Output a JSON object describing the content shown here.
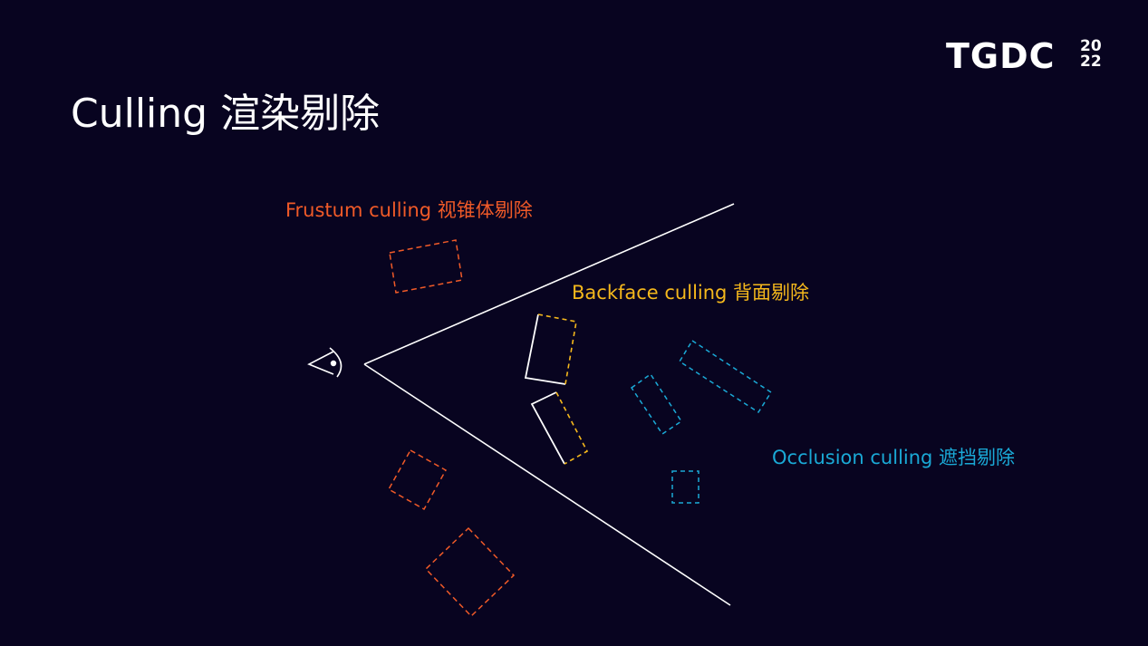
{
  "logo": {
    "text": "TGDC",
    "year_top": "20",
    "year_bottom": "22"
  },
  "title": "Culling 渲染剔除",
  "labels": {
    "frustum": "Frustum culling 视锥体剔除",
    "backface": "Backface culling 背面剔除",
    "occlusion": "Occlusion culling 遮挡剔除"
  },
  "colors": {
    "background": "#080420",
    "frustum": "#f05a28",
    "backface": "#f5b81c",
    "occlusion": "#1aa9d6",
    "lines": "#ffffff"
  },
  "icons": {
    "camera": "eye-icon"
  }
}
